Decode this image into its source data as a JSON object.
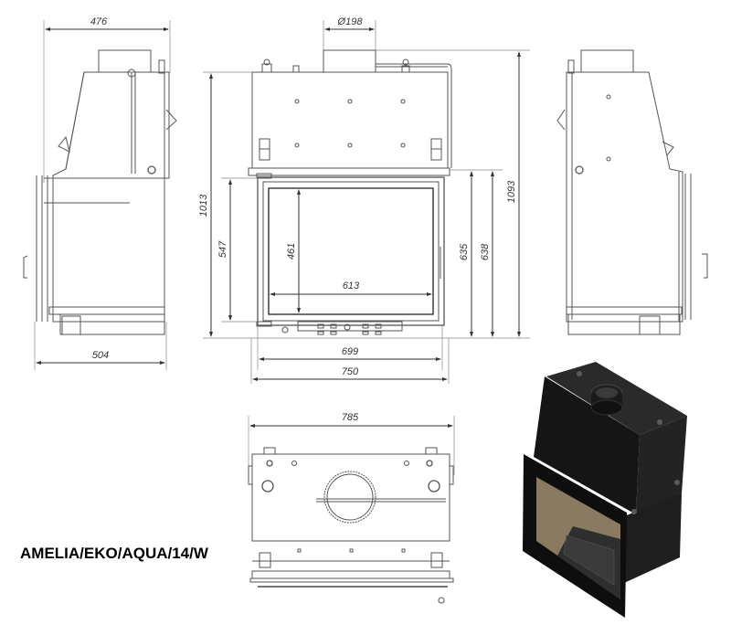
{
  "title": "AMELIA/EKO/AQUA/14/W",
  "views": {
    "left_side": {
      "label": "left-side-view",
      "dims": {
        "top_depth": "476",
        "bottom_depth": "504"
      }
    },
    "front": {
      "label": "front-view",
      "dims": {
        "flue_diameter": "Ø198",
        "overall_height": "1093",
        "body_height": "1013",
        "door_height": "547",
        "glass_height": "461",
        "glass_width": "613",
        "door_frame_height_a": "635",
        "door_frame_height_b": "638",
        "door_width": "699",
        "body_width": "750"
      }
    },
    "right_side": {
      "label": "right-side-view"
    },
    "top": {
      "label": "top-view",
      "dims": {
        "overall_width": "785"
      }
    },
    "render": {
      "label": "3d-render",
      "body_color": "#1c1c1c",
      "glass_color": "#8a7a62"
    }
  },
  "colors": {
    "line": "#4a4a4a",
    "dim_line": "#555555",
    "background": "#ffffff"
  }
}
